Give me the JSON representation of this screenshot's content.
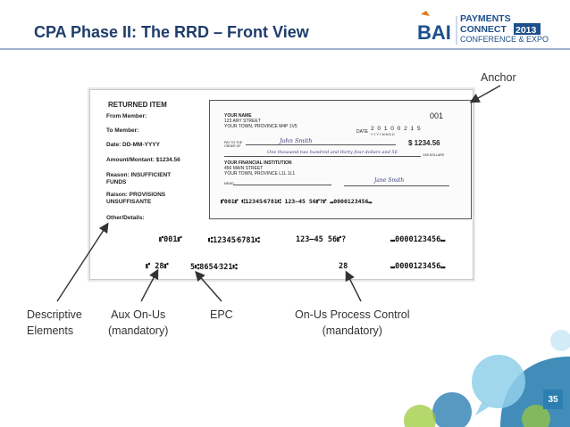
{
  "slide": {
    "title": "CPA Phase II: The RRD – Front View",
    "page_number": "35"
  },
  "logo": {
    "brand": "BAI",
    "line1": "PAYMENTS",
    "line2": "CONNECT",
    "year": "2013",
    "line3": "CONFERENCE & EXPO"
  },
  "returned_item": {
    "heading": "RETURNED ITEM",
    "labels": [
      "From Member:",
      "To Member:",
      "Date: DD-MM-YYYY",
      "Amount/Montant: $1234.56",
      "Reason: INSUFFICIENT",
      "FUNDS",
      "Raison: PROVISIONS",
      "UNSUFFISANTE",
      "Other/Details:"
    ]
  },
  "check": {
    "name": "YOUR NAME",
    "addr1": "123 ANY STREET",
    "addr2": "YOUR TOWN, PROVINCE  M4P 1V5",
    "number": "001",
    "date_label": "DATE",
    "date_digits": "2 0 1 0 0 2 1 5",
    "date_fmt": "Y  Y  Y  Y  M  M  D  D",
    "pay_label": "PAY TO THE ORDER OF",
    "payee": "John Smith",
    "amount_box": "$ 1234.56",
    "amount_words": "One thousand two hundred and thirty four dollars and 56",
    "dollars_label": "/100 DOLLARS",
    "bank_name": "YOUR FINANCIAL INSTITUTION",
    "bank_addr1": "456 MAIN STREET",
    "bank_addr2": "YOUR TOWN, PROVINCE  L1L 1L1",
    "memo_label": "MEMO",
    "signature": "Jane Smith",
    "micr": "⑈001⑈  ⑆12345⁄6781⑆  123–45 56⑈?⑈  ⑉0000123456⑉"
  },
  "rrd_lines": {
    "line1_a": "⑈001⑈",
    "line1_b": "⑆12345⁄6781⑆",
    "line1_c": "123–45 56⑈?",
    "line1_d": "⑉0000123456⑉",
    "line2_a": "⑈ 28⑈",
    "line2_b": "5⑆8654⁄321⑆",
    "line2_c": "28",
    "line2_d": "⑉0000123456⑉"
  },
  "annotations": {
    "anchor": "Anchor",
    "descriptive_1": "Descriptive",
    "descriptive_2": "Elements",
    "aux_1": "Aux On-Us",
    "aux_2": "(mandatory)",
    "epc": "EPC",
    "onus_1": "On-Us Process Control",
    "onus_2": "(mandatory)"
  },
  "colors": {
    "title": "#1f3d6b",
    "brand": "#1c4f8c",
    "bubble_blue": "#2d7fb2",
    "bubble_light": "#8fd0ea",
    "bubble_green": "#9ccb3b"
  }
}
